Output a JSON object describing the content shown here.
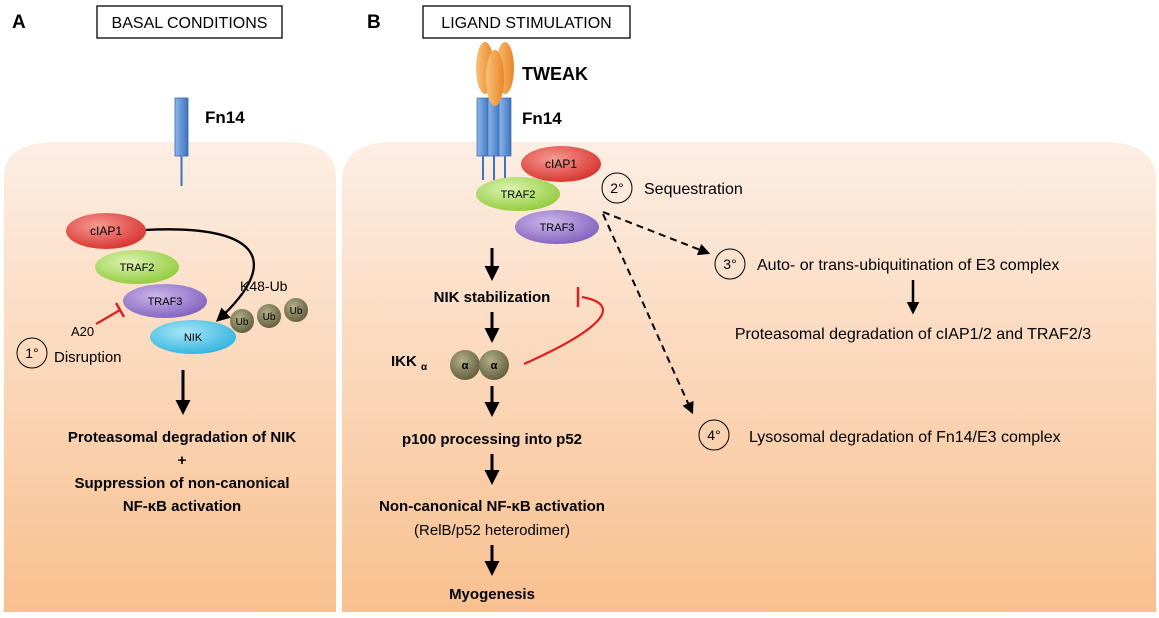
{
  "panel_a": {
    "letter": "A",
    "title": "BASAL CONDITIONS",
    "receptor": "Fn14",
    "ciap1": "cIAP1",
    "traf2": "TRAF2",
    "traf3": "TRAF3",
    "nik": "NIK",
    "ub": "Ub",
    "k48": "K48-Ub",
    "a20": "A20",
    "step_num": "1°",
    "step_label": "Disruption",
    "result_line1": "Proteasomal degradation of NIK",
    "result_plus": "+",
    "result_line2": "Suppression of non-canonical",
    "result_line3": "NF-κB activation"
  },
  "panel_b": {
    "letter": "B",
    "title": "LIGAND STIMULATION",
    "ligand": "TWEAK",
    "receptor": "Fn14",
    "ciap1": "cIAP1",
    "traf2": "TRAF2",
    "traf3": "TRAF3",
    "step2_num": "2°",
    "step2_label": "Sequestration",
    "step3_num": "3°",
    "step3_label": "Auto- or trans-ubiquitination of E3 complex",
    "step3_result": "Proteasomal degradation of cIAP1/2 and TRAF2/3",
    "step4_num": "4°",
    "step4_label": "Lysosomal degradation of Fn14/E3 complex",
    "nik_stab": "NIK stabilization",
    "ikk": "IKK",
    "ikk_sub": "α",
    "alpha": "α",
    "p100": "p100 processing into p52",
    "nfkb": "Non-canonical NF-κB activation",
    "relb": "(RelB/p52 heterodimer)",
    "myo": "Myogenesis"
  },
  "colors": {
    "cell_top": "#fdeee4",
    "cell_bottom": "#f8c08f",
    "receptor": "#4f87cf",
    "ligand": "#f29a3a",
    "ciap1": "#e2413e",
    "traf2": "#9cd34a",
    "traf3": "#8e6ac6",
    "nik": "#41c0e6",
    "ub": "#6e6a4b",
    "inhibit": "#e02020"
  }
}
